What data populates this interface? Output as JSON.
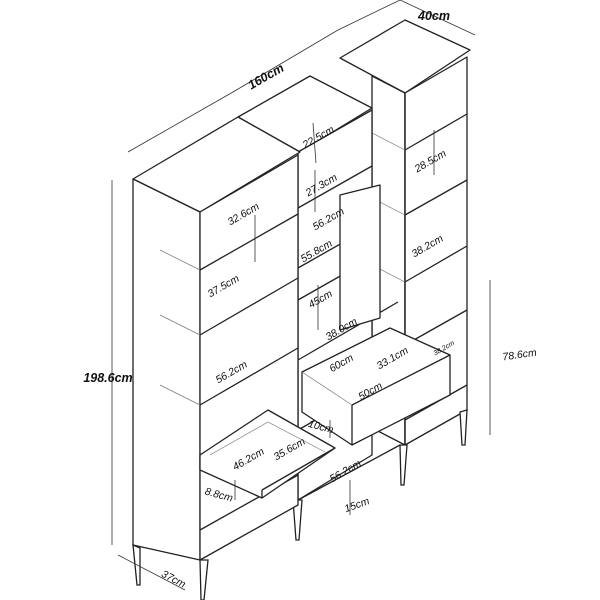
{
  "dimensions": {
    "total_width": "160cm",
    "depth_right": "40cm",
    "total_height": "198.6cm",
    "depth_left": "37cm",
    "lower_height": "78.6cm",
    "mid_shelf_top": "22.5cm",
    "mid_shelf_2": "27.3cm",
    "mid_width_upper": "56.2cm",
    "mid_width_lower": "55.8cm",
    "mid_opening_height": "45cm",
    "mid_opening_depth": "38.0cm",
    "mid_desk_width": "60cm",
    "right_shelf_1": "28.5cm",
    "right_shelf_2": "38.2cm",
    "left_shelf_1": "32.6cm",
    "left_shelf_2": "37.5cm",
    "left_shelf_width": "56.2cm",
    "drawer_right_depth": "33.1cm",
    "drawer_right_width": "50cm",
    "drawer_right_side": "38.2cm",
    "drawer_right_height": "10cm",
    "drawer_left_width": "46.2cm",
    "drawer_left_depth": "35.6cm",
    "drawer_left_height": "8.8cm",
    "bottom_width": "56.2cm",
    "leg_height": "15cm"
  }
}
